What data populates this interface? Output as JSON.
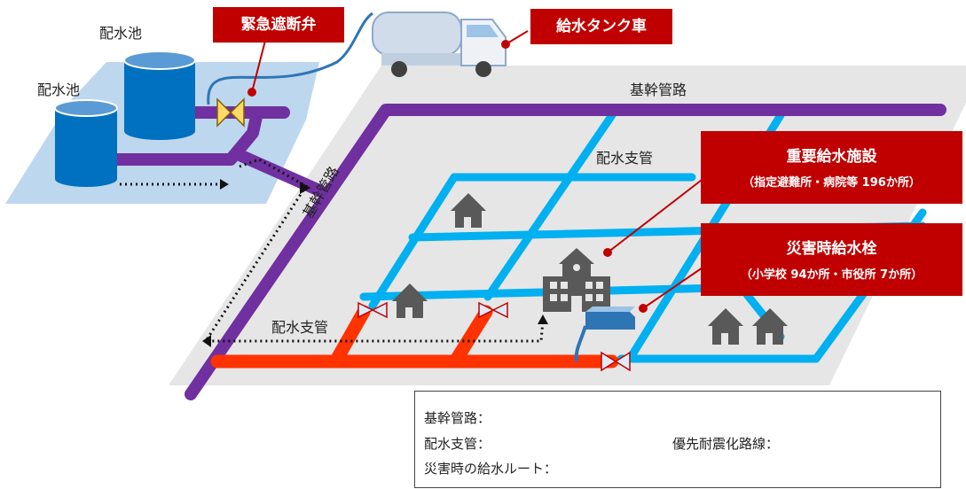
{
  "labels": {
    "reservoir_1": "配水池",
    "reservoir_2": "配水池",
    "trunk_main_top": "基幹管路",
    "trunk_main_diag": "基幹管路",
    "branch_top": "配水支管",
    "branch_bottom": "配水支管"
  },
  "callouts": {
    "valve": {
      "title": "緊急遮断弁"
    },
    "tanker": {
      "title": "給水タンク車"
    },
    "facility": {
      "title": "重要給水施設",
      "subtitle": "（指定避難所・病院等 196か所）"
    },
    "hydrant": {
      "title": "災害時給水栓",
      "subtitle": "（小学校 94か所・市役所 7か所）"
    }
  },
  "legend": {
    "trunk": "基幹管路：",
    "branch": "配水支管：",
    "priority": "優先耐震化路線：",
    "route": "災害時の給水ルート："
  },
  "colors": {
    "trunk": "#7030a0",
    "branch": "#00b0f0",
    "priority": "#ff3300",
    "callout": "#c00000",
    "ground": "#e6e6e6",
    "reservoir_pad": "#bdd7ee",
    "tank": "#0070c0",
    "icon": "#595959"
  }
}
